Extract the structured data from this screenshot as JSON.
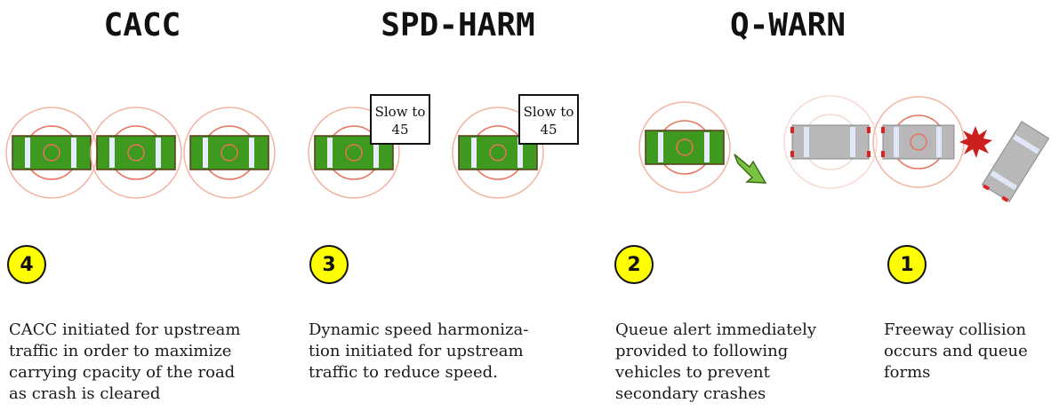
{
  "headings": [
    "CACC",
    "SPD-HARM",
    "Q-WARN"
  ],
  "signs": [
    {
      "line1": "Slow to",
      "line2": "45"
    },
    {
      "line1": "Slow to",
      "line2": "45"
    }
  ],
  "steps": [
    {
      "number": "4",
      "text_lines": [
        "CACC initiated for upstream",
        "traffic in order to maximize",
        "carrying cpacity of the road",
        "as crash is cleared"
      ]
    },
    {
      "number": "3",
      "text_lines": [
        "Dynamic speed harmoniza-",
        "tion initiated for upstream",
        "traffic to reduce speed."
      ]
    },
    {
      "number": "2",
      "text_lines": [
        "Queue alert immediately",
        "provided to following",
        "vehicles to prevent",
        "secondary crashes"
      ]
    },
    {
      "number": "1",
      "text_lines": [
        "Freeway collision",
        "occurs and queue",
        "forms"
      ]
    }
  ],
  "colors": {
    "connected_vehicle": "#3d9a1f",
    "stopped_vehicle": "#b8b8b8",
    "signal_ring": "#e8735a",
    "badge": "#ffff00",
    "arrow": "#7cc242",
    "crash_burst": "#cc1f1f"
  },
  "icons": [
    "connected-car-icon",
    "stopped-car-icon",
    "crashed-car-icon",
    "crash-burst-icon",
    "warning-arrow-icon"
  ]
}
